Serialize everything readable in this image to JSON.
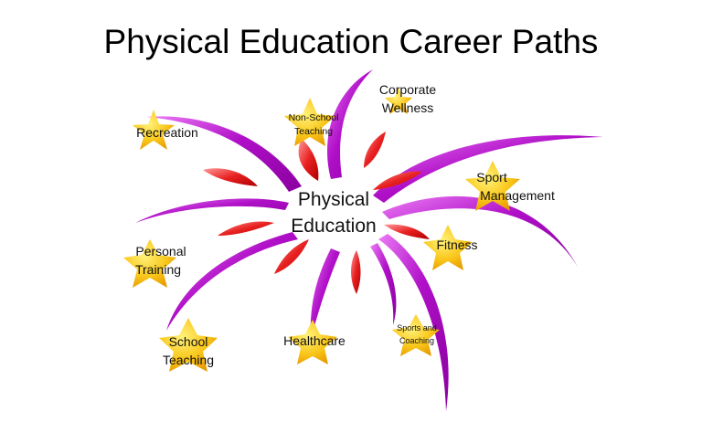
{
  "title": "Physical Education Career Paths",
  "center": {
    "line1": "Physical",
    "line2": "Education"
  },
  "careers": [
    {
      "id": "recreation",
      "lines": [
        "Recreation"
      ]
    },
    {
      "id": "non-school-teaching",
      "lines": [
        "Non-School",
        "Teaching"
      ]
    },
    {
      "id": "corporate-wellness",
      "lines": [
        "Corporate",
        "Wellness"
      ]
    },
    {
      "id": "sport-management",
      "lines": [
        "Sport",
        "Management"
      ]
    },
    {
      "id": "fitness",
      "lines": [
        "Fitness"
      ]
    },
    {
      "id": "personal-training",
      "lines": [
        "Personal",
        "Training"
      ]
    },
    {
      "id": "school-teaching",
      "lines": [
        "School",
        "Teaching"
      ]
    },
    {
      "id": "healthcare",
      "lines": [
        "Healthcare"
      ]
    },
    {
      "id": "sports-and-coaching",
      "lines": [
        "Sports and",
        "Coaching"
      ]
    }
  ],
  "colors": {
    "streamer": "#a000b8",
    "streamer_light": "#e060f0",
    "petal": "#e61c1c",
    "petal_light": "#ff8a8a",
    "star": "#f7b500",
    "star_light": "#fff07a"
  }
}
